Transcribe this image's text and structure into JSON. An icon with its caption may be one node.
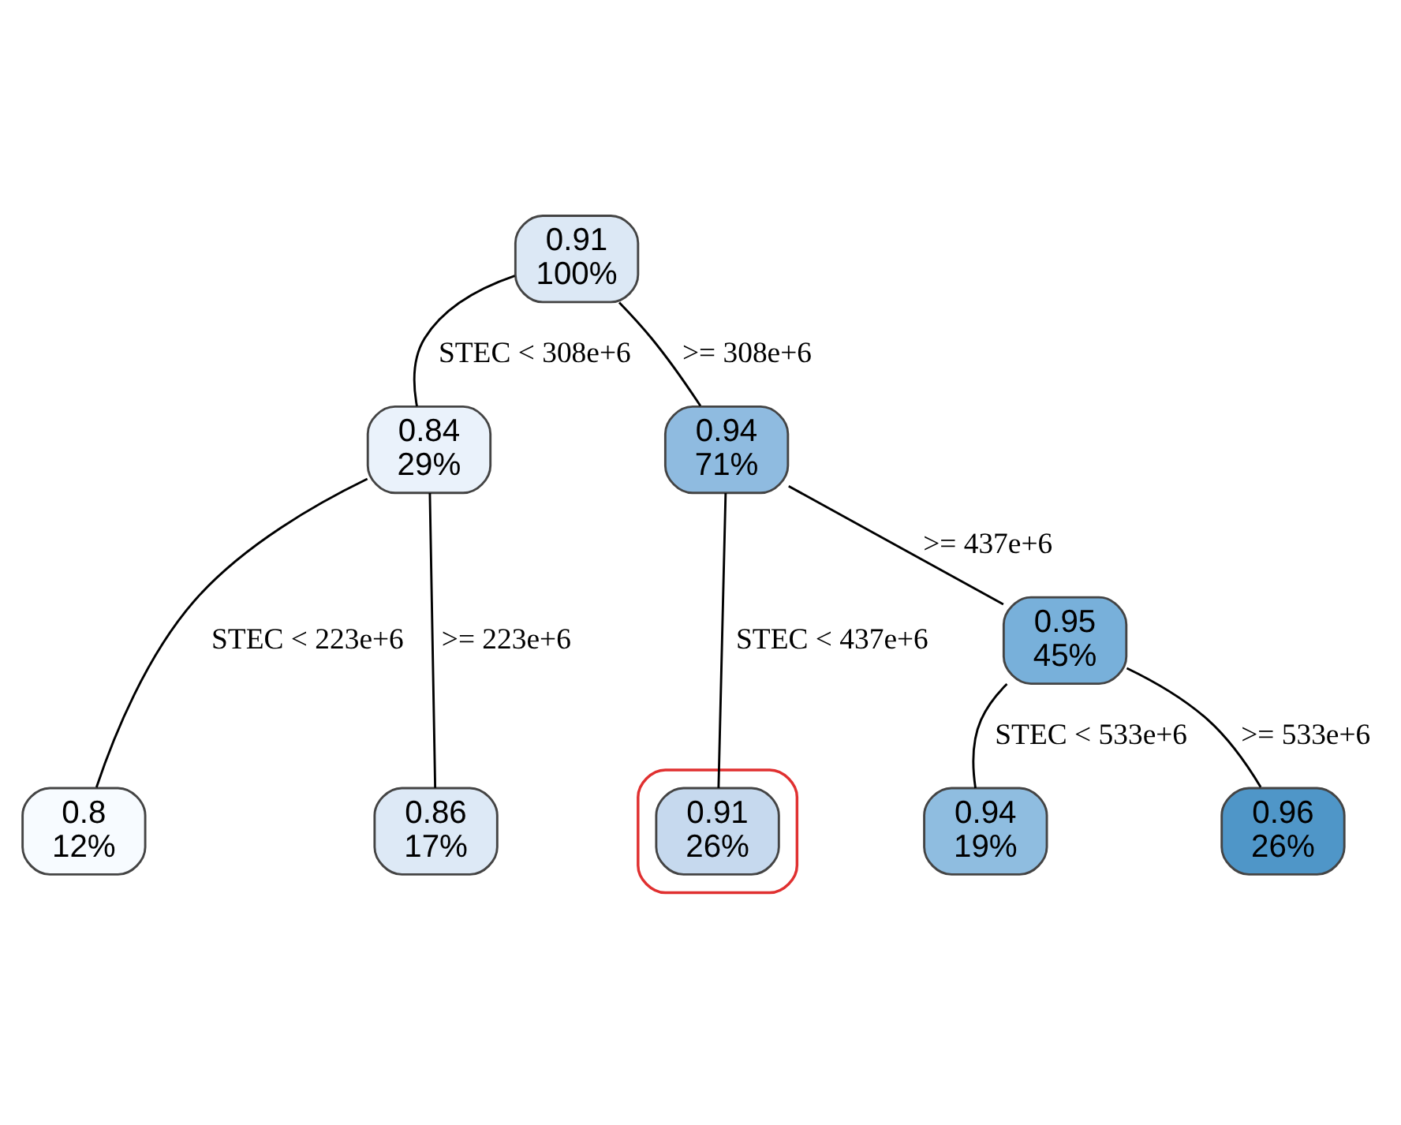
{
  "diagram": {
    "nodes": [
      {
        "text": [
          "0.91",
          "100%"
        ]
      },
      {
        "text": [
          "0.84",
          "29%"
        ]
      },
      {
        "text": [
          "0.94",
          "71%"
        ]
      },
      {
        "text": [
          "0.8",
          "12%"
        ]
      },
      {
        "text": [
          "0.86",
          "17%"
        ]
      },
      {
        "text": [],
        "shape": "ellipse"
      },
      {
        "text": [
          "0.91",
          "26%"
        ],
        "in": 5
      },
      {
        "text": [
          "0.95",
          "45%"
        ]
      },
      {
        "text": [
          "0.94",
          "19%"
        ]
      },
      {
        "text": [
          "0.96",
          "26%"
        ]
      }
    ],
    "edges": [
      {
        "from": 0,
        "to": 1,
        "arrow": "none",
        "label": "STEC < 308e+6"
      },
      {
        "from": 0,
        "to": 2,
        "arrow": "none",
        "label": ">= 308e+6"
      },
      {
        "from": 1,
        "to": 3,
        "arrow": "none",
        "label": "STEC < 223e+6"
      },
      {
        "from": 1,
        "to": 4,
        "arrow": "none",
        "label": ">= 223e+6"
      },
      {
        "from": 2,
        "to": 6,
        "arrow": "none",
        "label": "STEC < 437e+6"
      },
      {
        "from": 2,
        "to": 7,
        "arrow": "none",
        "label": ">= 437e+6"
      },
      {
        "from": 7,
        "to": 8,
        "arrow": "none",
        "label": "STEC < 533e+6"
      },
      {
        "from": 7,
        "to": 9,
        "arrow": "none",
        "label": ">= 533e+6"
      }
    ]
  }
}
